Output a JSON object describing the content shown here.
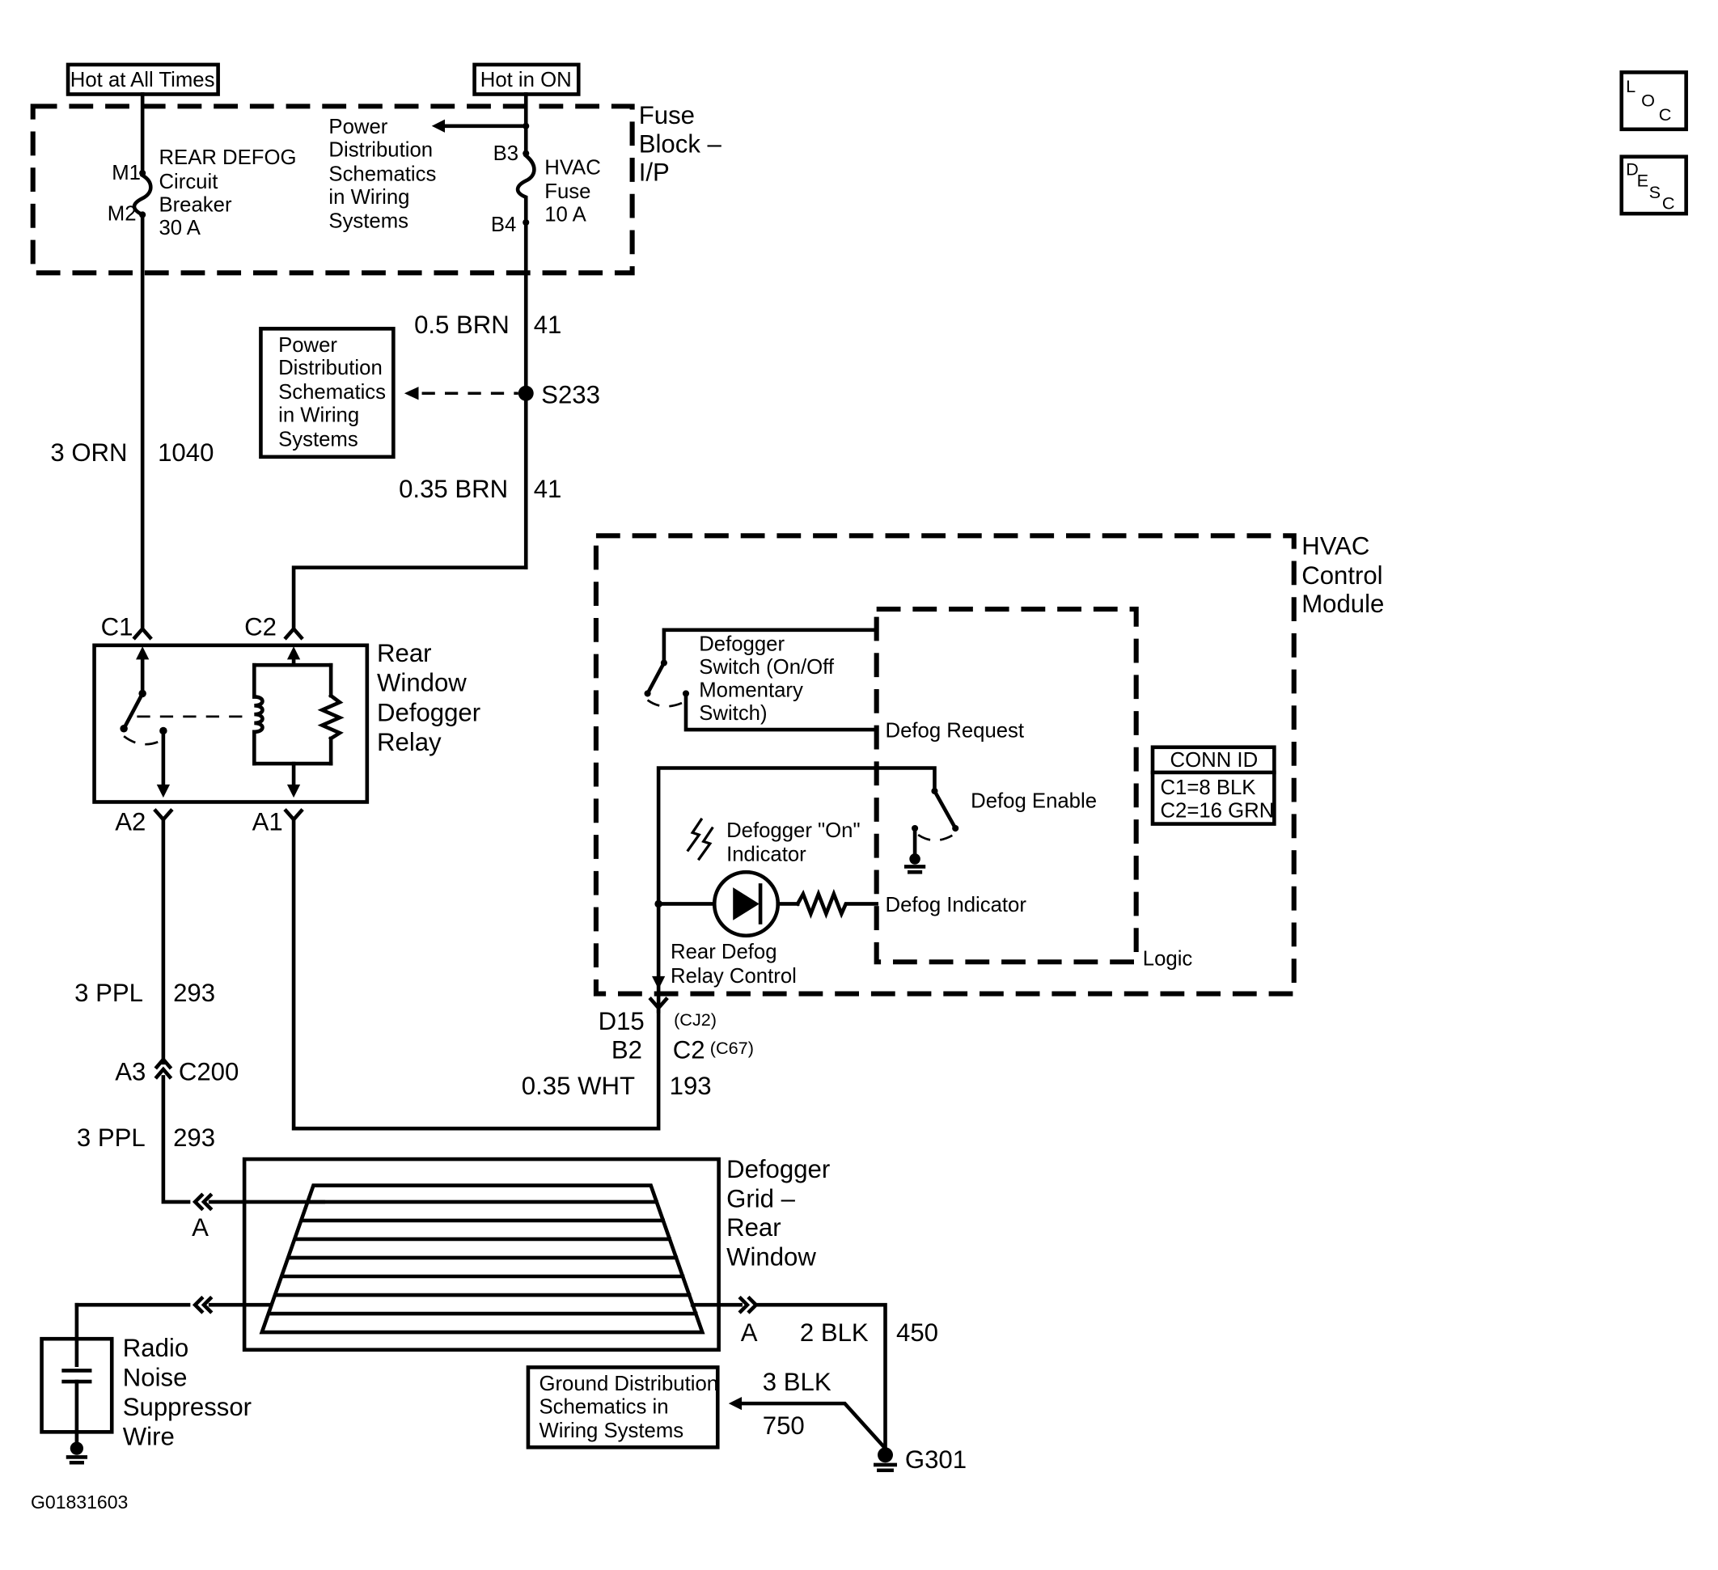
{
  "labels": {
    "hot_at_all_times": "Hot at All Times",
    "hot_in_on": "Hot in ON",
    "fuse_block_1": "Fuse",
    "fuse_block_2": "Block –",
    "fuse_block_3": "I/P",
    "rear_defog_cb_1": "REAR DEFOG",
    "rear_defog_cb_2": "Circuit",
    "rear_defog_cb_3": "Breaker",
    "rear_defog_cb_4": "30 A",
    "pin_m1": "M1",
    "pin_m2": "M2",
    "pin_b3": "B3",
    "pin_b4": "B4",
    "hvac_fuse_1": "HVAC",
    "hvac_fuse_2": "Fuse",
    "hvac_fuse_3": "10 A",
    "pds_a_1": "Power",
    "pds_a_2": "Distribution",
    "pds_a_3": "Schematics",
    "pds_a_4": "in Wiring",
    "pds_a_5": "Systems",
    "pds_b_1": "Power",
    "pds_b_2": "Distribution",
    "pds_b_3": "Schematics",
    "pds_b_4": "in Wiring",
    "pds_b_5": "Systems",
    "wire_05brn": "0.5 BRN",
    "circ_41a": "41",
    "splice_s233": "S233",
    "wire_3orn": "3 ORN",
    "circ_1040": "1040",
    "wire_035brn": "0.35 BRN",
    "circ_41b": "41",
    "pin_c1": "C1",
    "pin_c2": "C2",
    "relay_1": "Rear",
    "relay_2": "Window",
    "relay_3": "Defogger",
    "relay_4": "Relay",
    "pin_a2": "A2",
    "pin_a1": "A1",
    "hvac_cm_1": "HVAC",
    "hvac_cm_2": "Control",
    "hvac_cm_3": "Module",
    "defogger_sw_1": "Defogger",
    "defogger_sw_2": "Switch (On/Off",
    "defogger_sw_3": "Momentary",
    "defogger_sw_4": "Switch)",
    "defog_request": "Defog Request",
    "defog_enable": "Defog Enable",
    "defogger_on_1": "Defogger \"On\"",
    "defogger_on_2": "Indicator",
    "defog_indicator": "Defog Indicator",
    "rear_defog_rc_1": "Rear Defog",
    "rear_defog_rc_2": "Relay Control",
    "logic": "Logic",
    "conn_id_title": "CONN ID",
    "conn_id_c1": "C1=8 BLK",
    "conn_id_c2": "C2=16 GRN",
    "pin_d15": "D15",
    "conn_cj2": "(CJ2)",
    "pin_b2": "B2",
    "pin_c2b": "C2",
    "conn_c67": "(C67)",
    "wire_035wht": "0.35 WHT",
    "circ_193": "193",
    "wire_3ppl_a": "3 PPL",
    "circ_293a": "293",
    "pin_a3": "A3",
    "conn_c200": "C200",
    "wire_3ppl_b": "3 PPL",
    "circ_293b": "293",
    "grid_1": "Defogger",
    "grid_2": "Grid –",
    "grid_3": "Rear",
    "grid_4": "Window",
    "pin_a_left": "A",
    "pin_a_right": "A",
    "wire_2blk": "2 BLK",
    "circ_450": "450",
    "radio_1": "Radio",
    "radio_2": "Noise",
    "radio_3": "Suppressor",
    "radio_4": "Wire",
    "gds_1": "Ground Distribution",
    "gds_2": "Schematics in",
    "gds_3": "Wiring Systems",
    "wire_3blk": "3 BLK",
    "circ_750": "750",
    "ground_g301": "G301",
    "figure_id": "G01831603",
    "loc_l": "L",
    "loc_o": "O",
    "loc_c": "C",
    "desc_d": "D",
    "desc_e": "E",
    "desc_s": "S",
    "desc_c": "C"
  }
}
